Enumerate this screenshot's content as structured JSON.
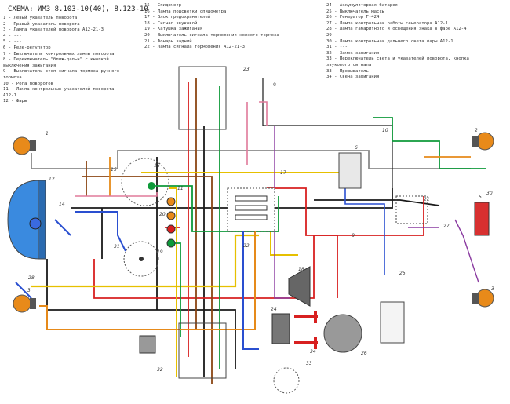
{
  "title": "СХЕМА: ИМЗ 8.103-10(40), 8.123-10",
  "legend_col1": [
    "1 - Левый указатель поворота",
    "2 - Правый указатель поворота",
    "3 - Лампа указателей поворота А12-21-3",
    "4 - ---",
    "5 - ---",
    "6 - Реле-регулятор",
    "7 - Выключатель контрольных лампы поворота",
    "8 - Переключатель \"ближ-дальн\" с кнопкой",
    "выключения зажигания",
    "9 - Выключатель стоп-сигнала тормоза ручного",
    "тормоза",
    "10 - Рога поворотов",
    "11 - Лампа контрольных указателей поворота",
    "А12-1",
    "12 - Фары"
  ],
  "legend_col2": [
    "15 - Спидометр",
    "16 - Лампа подсветки спидометра",
    "17 - Блок предохранителей",
    "18 - Сигнал звуковой",
    "19 - Катушка зажигания",
    "20 - Выключатель сигнала торможения ножного тормоза",
    "21 - Фонарь задний",
    "22 - Лампа сигнала торможения А12-21-3"
  ],
  "legend_col3": [
    "24 - Аккумуляторная батарея",
    "25 - Выключатель массы",
    "26 - Генератор Г-424",
    "27 - Лампа контрольная работы генератора А12-1",
    "28 - Лампа габаритного и освещения знака в фаре А12-4",
    "29 - ---",
    "30 - Лампа контрольная дальнего света фары А12-1",
    "31 - ---",
    "32 - Замок зажигания",
    "33 - Переключатель света и указателей поворота, кнопка",
    "звукового сигнала",
    "33 - Прерыватель",
    "34 - Свеча зажигания"
  ],
  "callouts": [
    "1",
    "2",
    "3",
    "3",
    "5",
    "6",
    "8",
    "9",
    "10",
    "11",
    "12",
    "14",
    "15",
    "16",
    "17",
    "18",
    "19",
    "20",
    "21",
    "22",
    "23",
    "24",
    "25",
    "26",
    "27",
    "28",
    "30",
    "31",
    "32",
    "33",
    "34"
  ],
  "colors": {
    "black": "#1a1a1a",
    "red": "#d82020",
    "green": "#0e9a3a",
    "yellow": "#e6c000",
    "orange": "#e68a1a",
    "blue": "#2a4fd0",
    "brown": "#8b4513",
    "pink": "#e07a9a",
    "grey": "#8a8a8a",
    "violet": "#8a3aa0",
    "lamp": "#e88a1a",
    "headlight": "#3a8adf",
    "taillight": "#d83030"
  }
}
